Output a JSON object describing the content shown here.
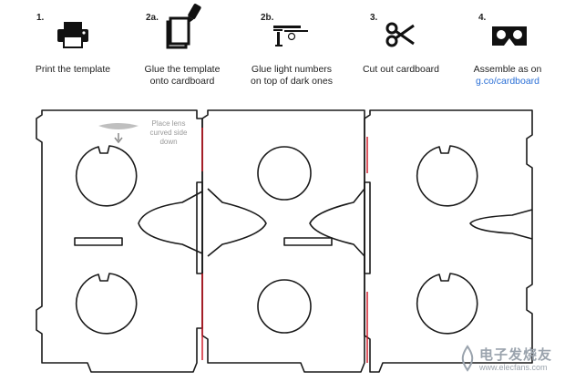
{
  "steps": [
    {
      "num": "1.",
      "lines": [
        "Print the template"
      ],
      "icon": "printer-icon"
    },
    {
      "num": "2a.",
      "lines": [
        "Glue the template",
        "onto cardboard"
      ],
      "icon": "glue-icon"
    },
    {
      "num": "2b.",
      "lines": [
        "Glue light numbers",
        "on top of dark ones"
      ],
      "icon": "stacked-numbers-icon"
    },
    {
      "num": "3.",
      "lines": [
        "Cut out cardboard"
      ],
      "icon": "scissors-icon"
    },
    {
      "num": "4.",
      "lines": [
        "Assemble as on"
      ],
      "link": "g.co/cardboard",
      "icon": "cardboard-viewer-icon"
    }
  ],
  "lens_note": [
    "Place lens",
    "curved side",
    "down"
  ],
  "watermark": {
    "text": "电子发烧友",
    "url": "www.elecfans.com"
  },
  "colors": {
    "outline": "#1a1a1a",
    "fold_line": "#d0101e",
    "link": "#2a6fd6",
    "note": "#9a9a9a"
  }
}
